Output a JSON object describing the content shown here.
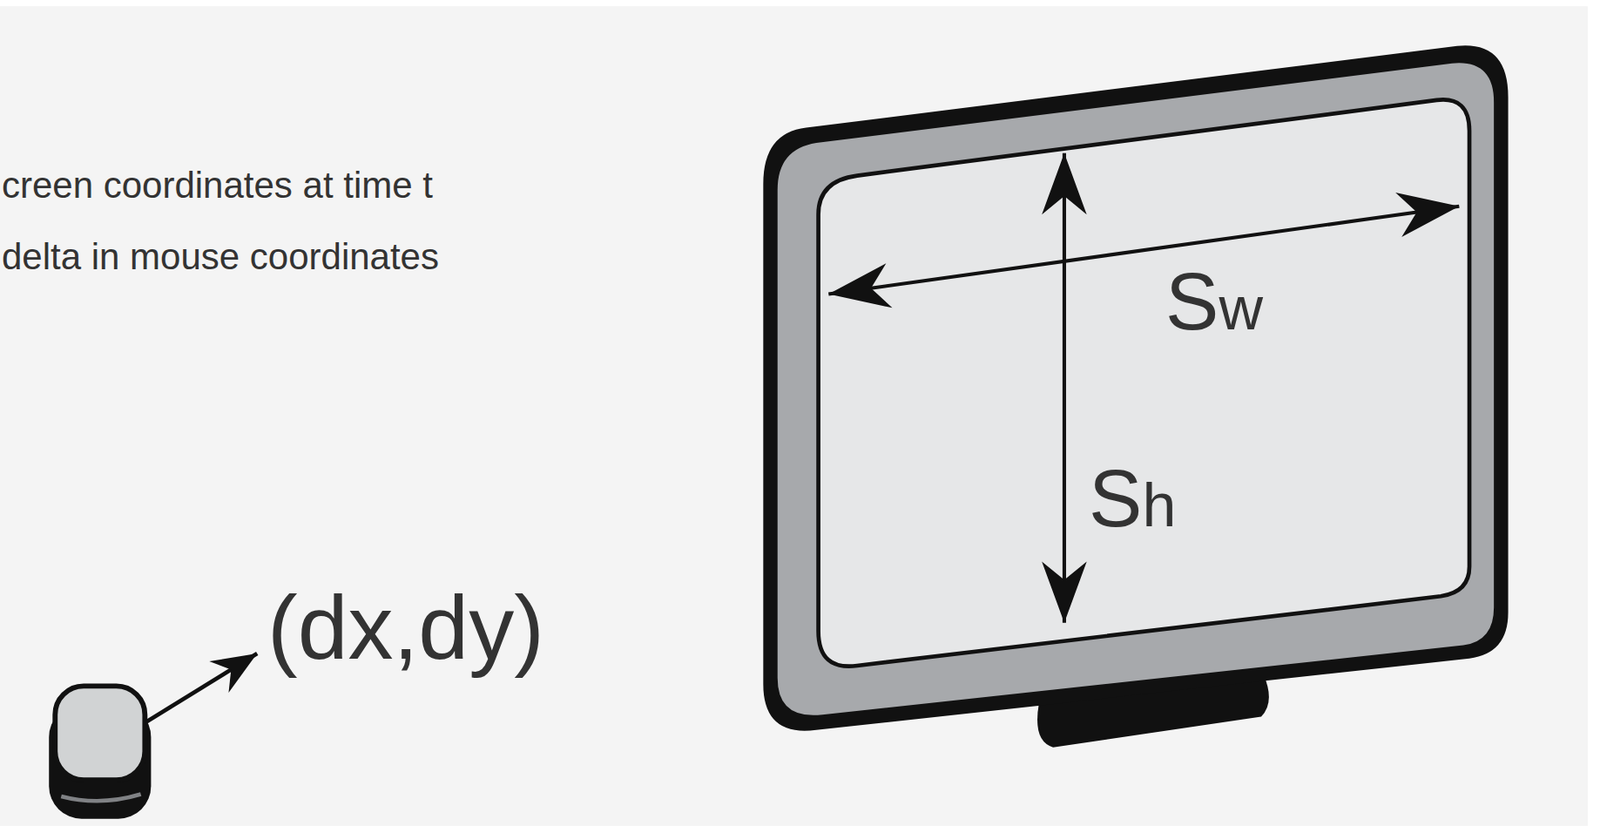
{
  "diagram": {
    "labels": [
      "creen coordinates at time t",
      "delta in mouse coordinates",
      "(dx,dy)",
      "Sw",
      "Sh"
    ]
  }
}
